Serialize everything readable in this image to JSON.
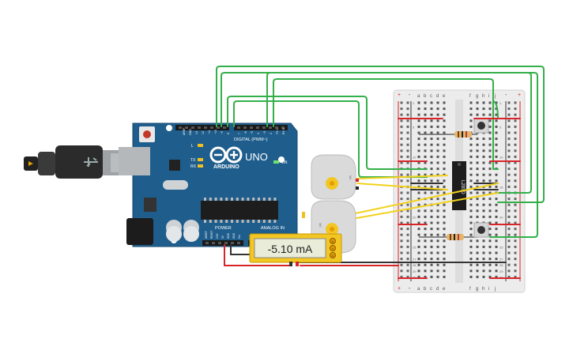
{
  "arduino": {
    "brand": "ARDUINO",
    "model": "UNO",
    "digital_header": "DIGITAL (PWM~)",
    "power_header": "POWER",
    "analog_header": "ANALOG IN",
    "on_label": "ON",
    "tx_label": "TX",
    "rx_label": "RX",
    "l_label": "L",
    "aref_label": "AREF",
    "gnd_label": "GND",
    "pin_labels": [
      "13",
      "12",
      "~11",
      "~10",
      "~9",
      "8",
      "7",
      "~6",
      "~5",
      "4",
      "~3",
      "2",
      "TX 1",
      "RX 0"
    ],
    "power_pin_labels": [
      "IOREF",
      "RESET",
      "3.3V",
      "5V",
      "GND",
      "GND",
      "Vin"
    ],
    "analog_pin_labels": [
      "A0",
      "A1",
      "A2",
      "A3",
      "A4",
      "A5"
    ]
  },
  "multimeter": {
    "reading": "-5.10 mA",
    "mode_labels": [
      "A",
      "V",
      "Ω"
    ]
  },
  "motor_ic": {
    "label": "L293D"
  },
  "motors": [
    {
      "label": "M1"
    },
    {
      "label": "M2"
    }
  ],
  "breadboard": {
    "columns_left": [
      "a",
      "b",
      "c",
      "d",
      "e"
    ],
    "columns_right": [
      "f",
      "g",
      "h",
      "i",
      "j"
    ],
    "row_numbers": [
      "1",
      "5",
      "10",
      "15",
      "20",
      "25",
      "27",
      "28",
      "29",
      "30"
    ],
    "rail_plus": "+",
    "rail_minus": "-"
  },
  "colors": {
    "wire_green": "#34b04a",
    "wire_yellow": "#f2d21b",
    "wire_red": "#d8252a",
    "wire_black": "#333333",
    "arduino_blue": "#1f5e8c",
    "breadboard": "#ececec"
  }
}
